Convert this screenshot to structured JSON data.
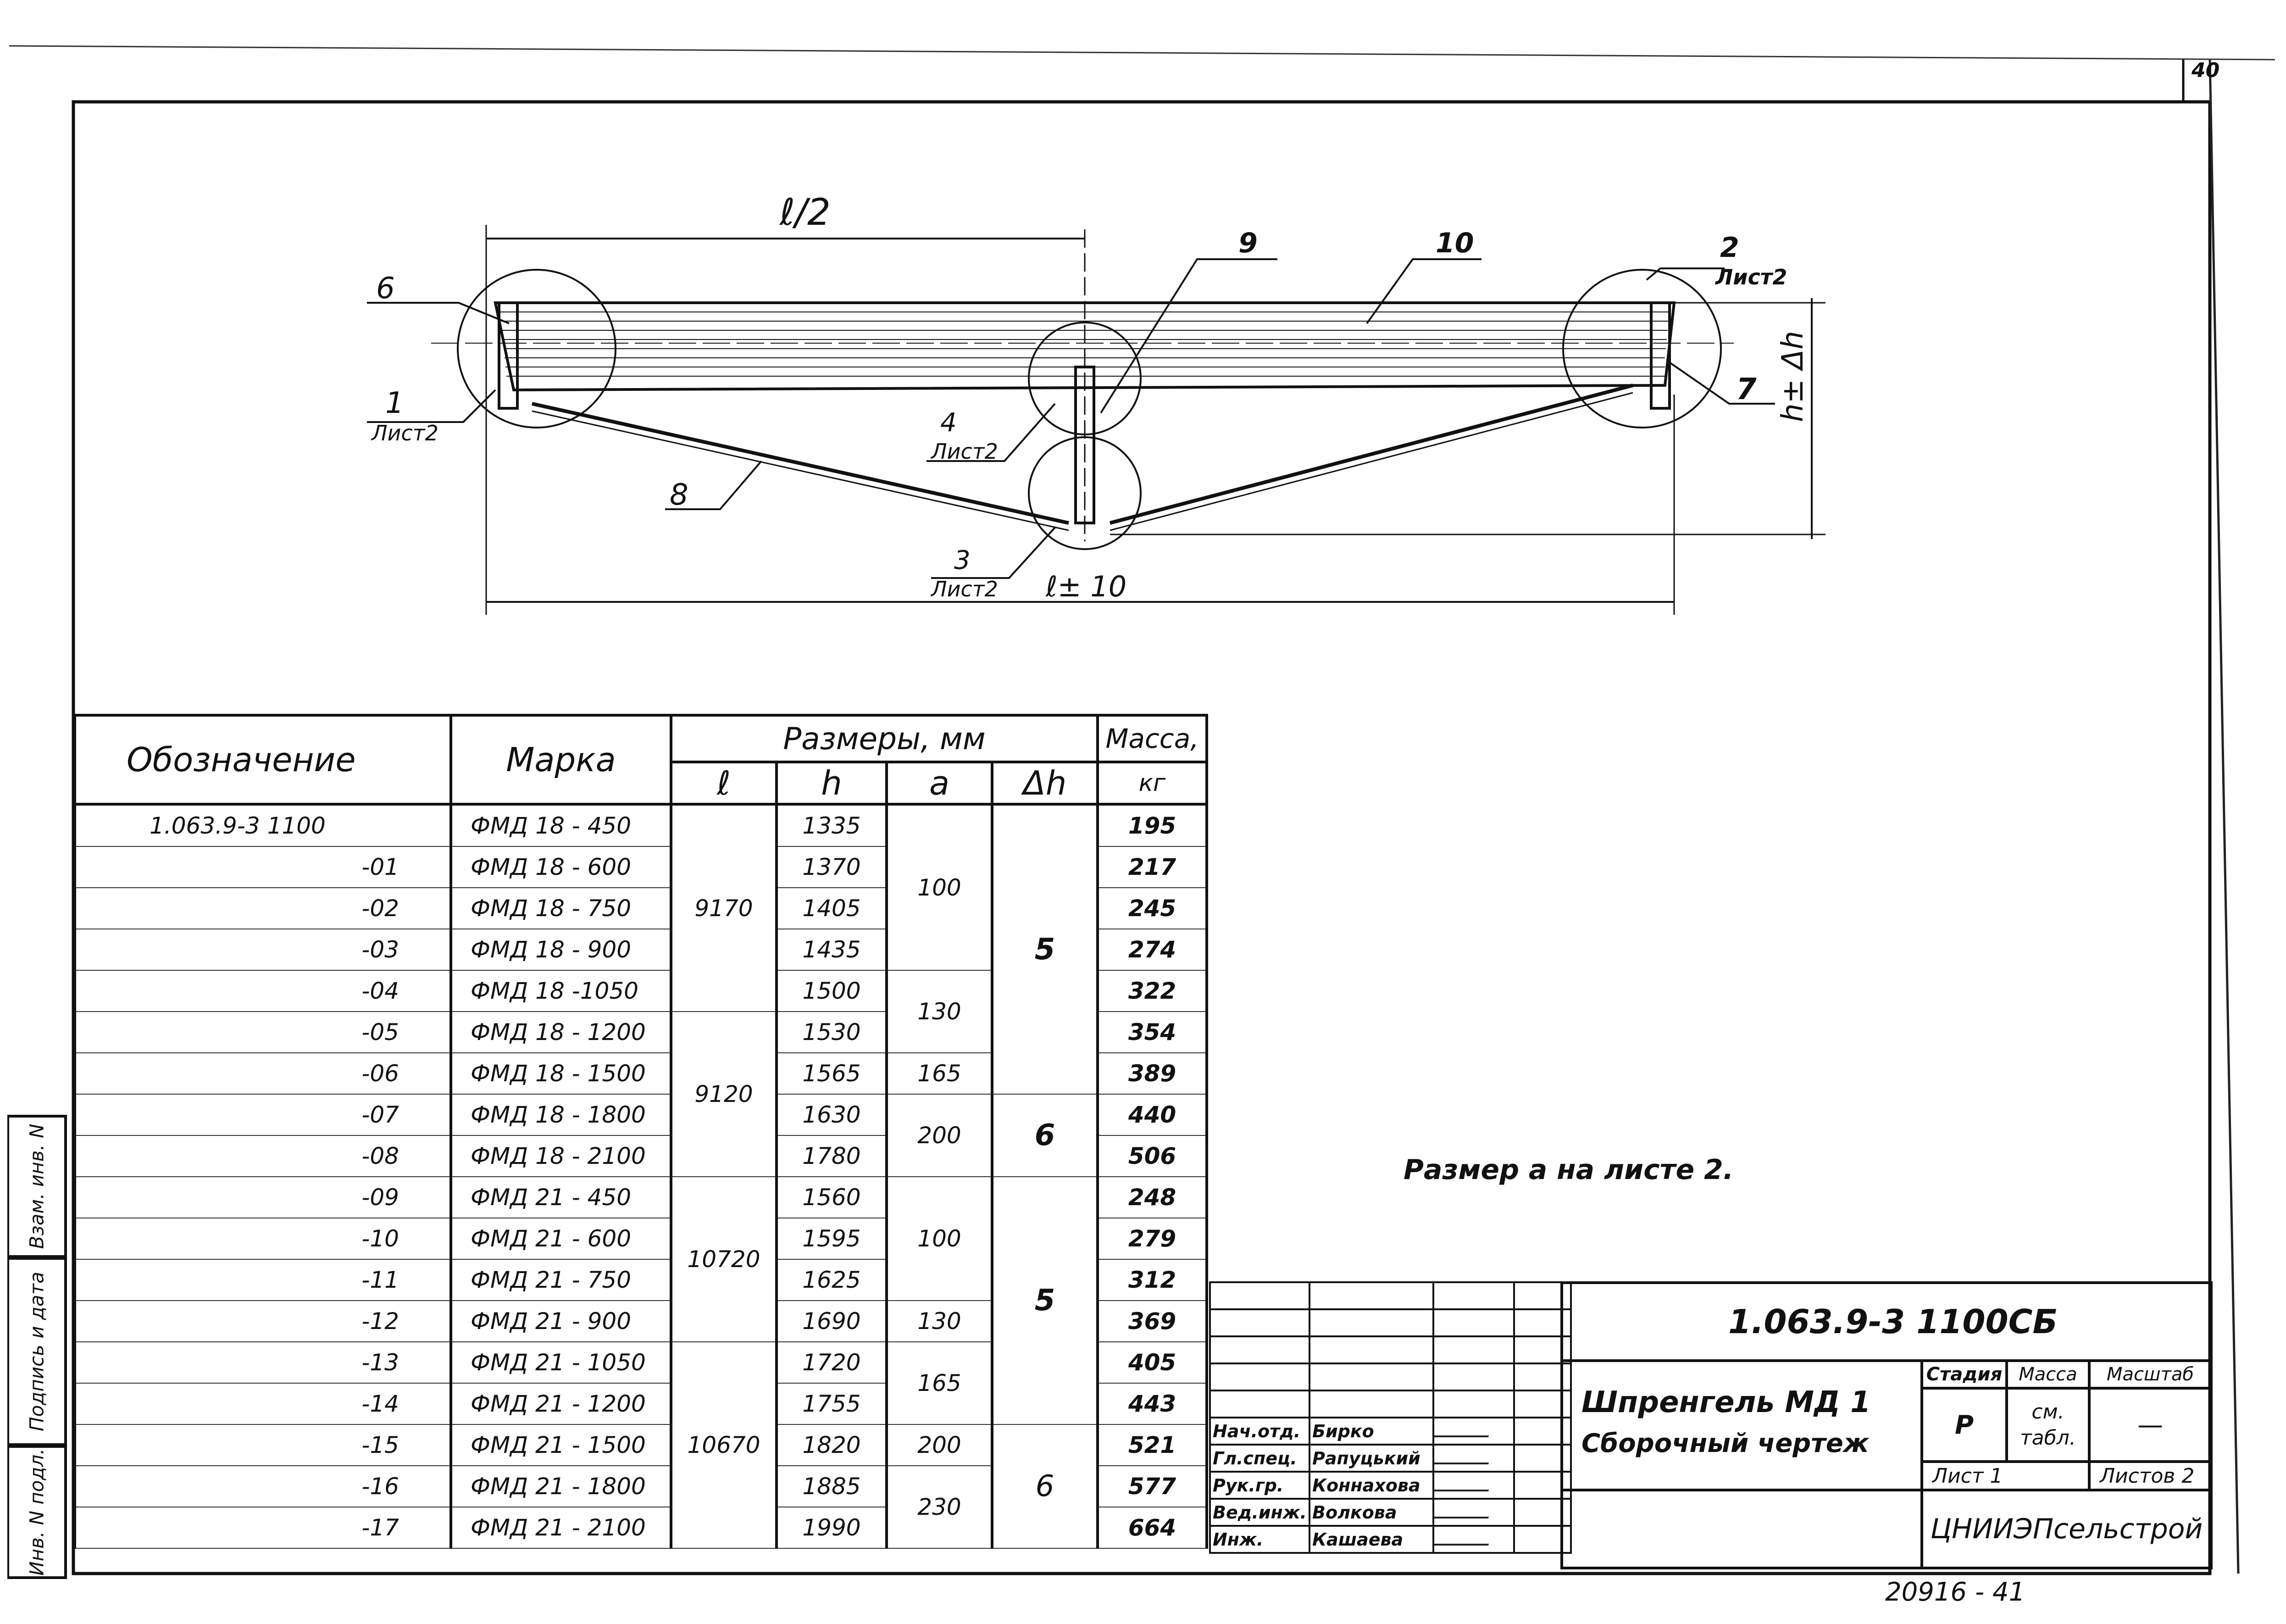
{
  "sheet_number": "40",
  "bottom_code": "20916 - 41",
  "drawing_labels": {
    "half_span": "ℓ/2",
    "span": "ℓ± 10",
    "height": "h± Δh",
    "pos6": "6",
    "pos1": "1",
    "pos1_sheet": "Лист2",
    "pos8": "8",
    "pos4": "4",
    "pos4_sheet": "Лист2",
    "pos3": "3",
    "pos3_sheet": "Лист2",
    "pos9": "9",
    "pos10": "10",
    "pos2": "2",
    "pos2_sheet": "Лист2",
    "pos7": "7"
  },
  "note": "Размер a на листе 2.",
  "spec_table": {
    "headers": {
      "designation": "Обозначение",
      "mark": "Марка",
      "dimensions": "Размеры, мм",
      "mass": "Масса,",
      "mass_unit": "кг",
      "l": "ℓ",
      "h": "h",
      "a": "a",
      "dh": "Δh"
    },
    "rows": [
      {
        "designation": "1.063.9-3     1100",
        "mark": "ФМД 18 - 450",
        "h": "1335",
        "mass": "195"
      },
      {
        "designation": "-01",
        "mark": "ФМД 18 - 600",
        "h": "1370",
        "mass": "217"
      },
      {
        "designation": "-02",
        "mark": "ФМД 18 - 750",
        "h": "1405",
        "mass": "245"
      },
      {
        "designation": "-03",
        "mark": "ФМД 18 - 900",
        "h": "1435",
        "mass": "274"
      },
      {
        "designation": "-04",
        "mark": "ФМД 18 -1050",
        "h": "1500",
        "mass": "322"
      },
      {
        "designation": "-05",
        "mark": "ФМД 18 - 1200",
        "h": "1530",
        "mass": "354"
      },
      {
        "designation": "-06",
        "mark": "ФМД 18 - 1500",
        "h": "1565",
        "mass": "389"
      },
      {
        "designation": "-07",
        "mark": "ФМД 18 - 1800",
        "h": "1630",
        "mass": "440"
      },
      {
        "designation": "-08",
        "mark": "ФМД 18 - 2100",
        "h": "1780",
        "mass": "506"
      },
      {
        "designation": "-09",
        "mark": "ФМД 21 - 450",
        "h": "1560",
        "mass": "248"
      },
      {
        "designation": "-10",
        "mark": "ФМД 21 - 600",
        "h": "1595",
        "mass": "279"
      },
      {
        "designation": "-11",
        "mark": "ФМД 21 - 750",
        "h": "1625",
        "mass": "312"
      },
      {
        "designation": "-12",
        "mark": "ФМД 21 - 900",
        "h": "1690",
        "mass": "369"
      },
      {
        "designation": "-13",
        "mark": "ФМД 21 - 1050",
        "h": "1720",
        "mass": "405"
      },
      {
        "designation": "-14",
        "mark": "ФМД 21 - 1200",
        "h": "1755",
        "mass": "443"
      },
      {
        "designation": "-15",
        "mark": "ФМД 21 - 1500",
        "h": "1820",
        "mass": "521"
      },
      {
        "designation": "-16",
        "mark": "ФМД 21 - 1800",
        "h": "1885",
        "mass": "577"
      },
      {
        "designation": "-17",
        "mark": "ФМД 21 - 2100",
        "h": "1990",
        "mass": "664"
      }
    ],
    "l_groups": [
      "9170",
      "9120",
      "10720",
      "10670"
    ],
    "a_groups": [
      "100",
      "130",
      "165",
      "200",
      "100",
      "130",
      "165",
      "200",
      "230"
    ],
    "dh_groups": [
      "5",
      "6",
      "5",
      "6"
    ]
  },
  "title_block": {
    "doc_code": "1.063.9-3     1100СБ",
    "title_line1": "Шпренгель МД 1",
    "title_line2": "Сборочный    чертеж",
    "stage_label": "Стадия",
    "mass_label": "Масса",
    "scale_label": "Масштаб",
    "stage_value": "Р",
    "mass_value": "см. табл.",
    "scale_value": "—",
    "sheet_label": "Лист 1",
    "sheets_label": "Листов 2",
    "org": "ЦНИИЭПсельстрой",
    "roles": [
      {
        "role": "Нач.отд.",
        "name": "Бирко"
      },
      {
        "role": "Гл.спец.",
        "name": "Рапуцький"
      },
      {
        "role": "Рук.гр.",
        "name": "Коннахова"
      },
      {
        "role": "Вед.инж.",
        "name": "Волкова"
      },
      {
        "role": "Инж.",
        "name": "Кашаева"
      }
    ]
  },
  "side_stamp": {
    "inv_orig": "Инв. N подл.",
    "sign_date": "Подпись и дата",
    "replaces": "Взам. инв. N"
  }
}
